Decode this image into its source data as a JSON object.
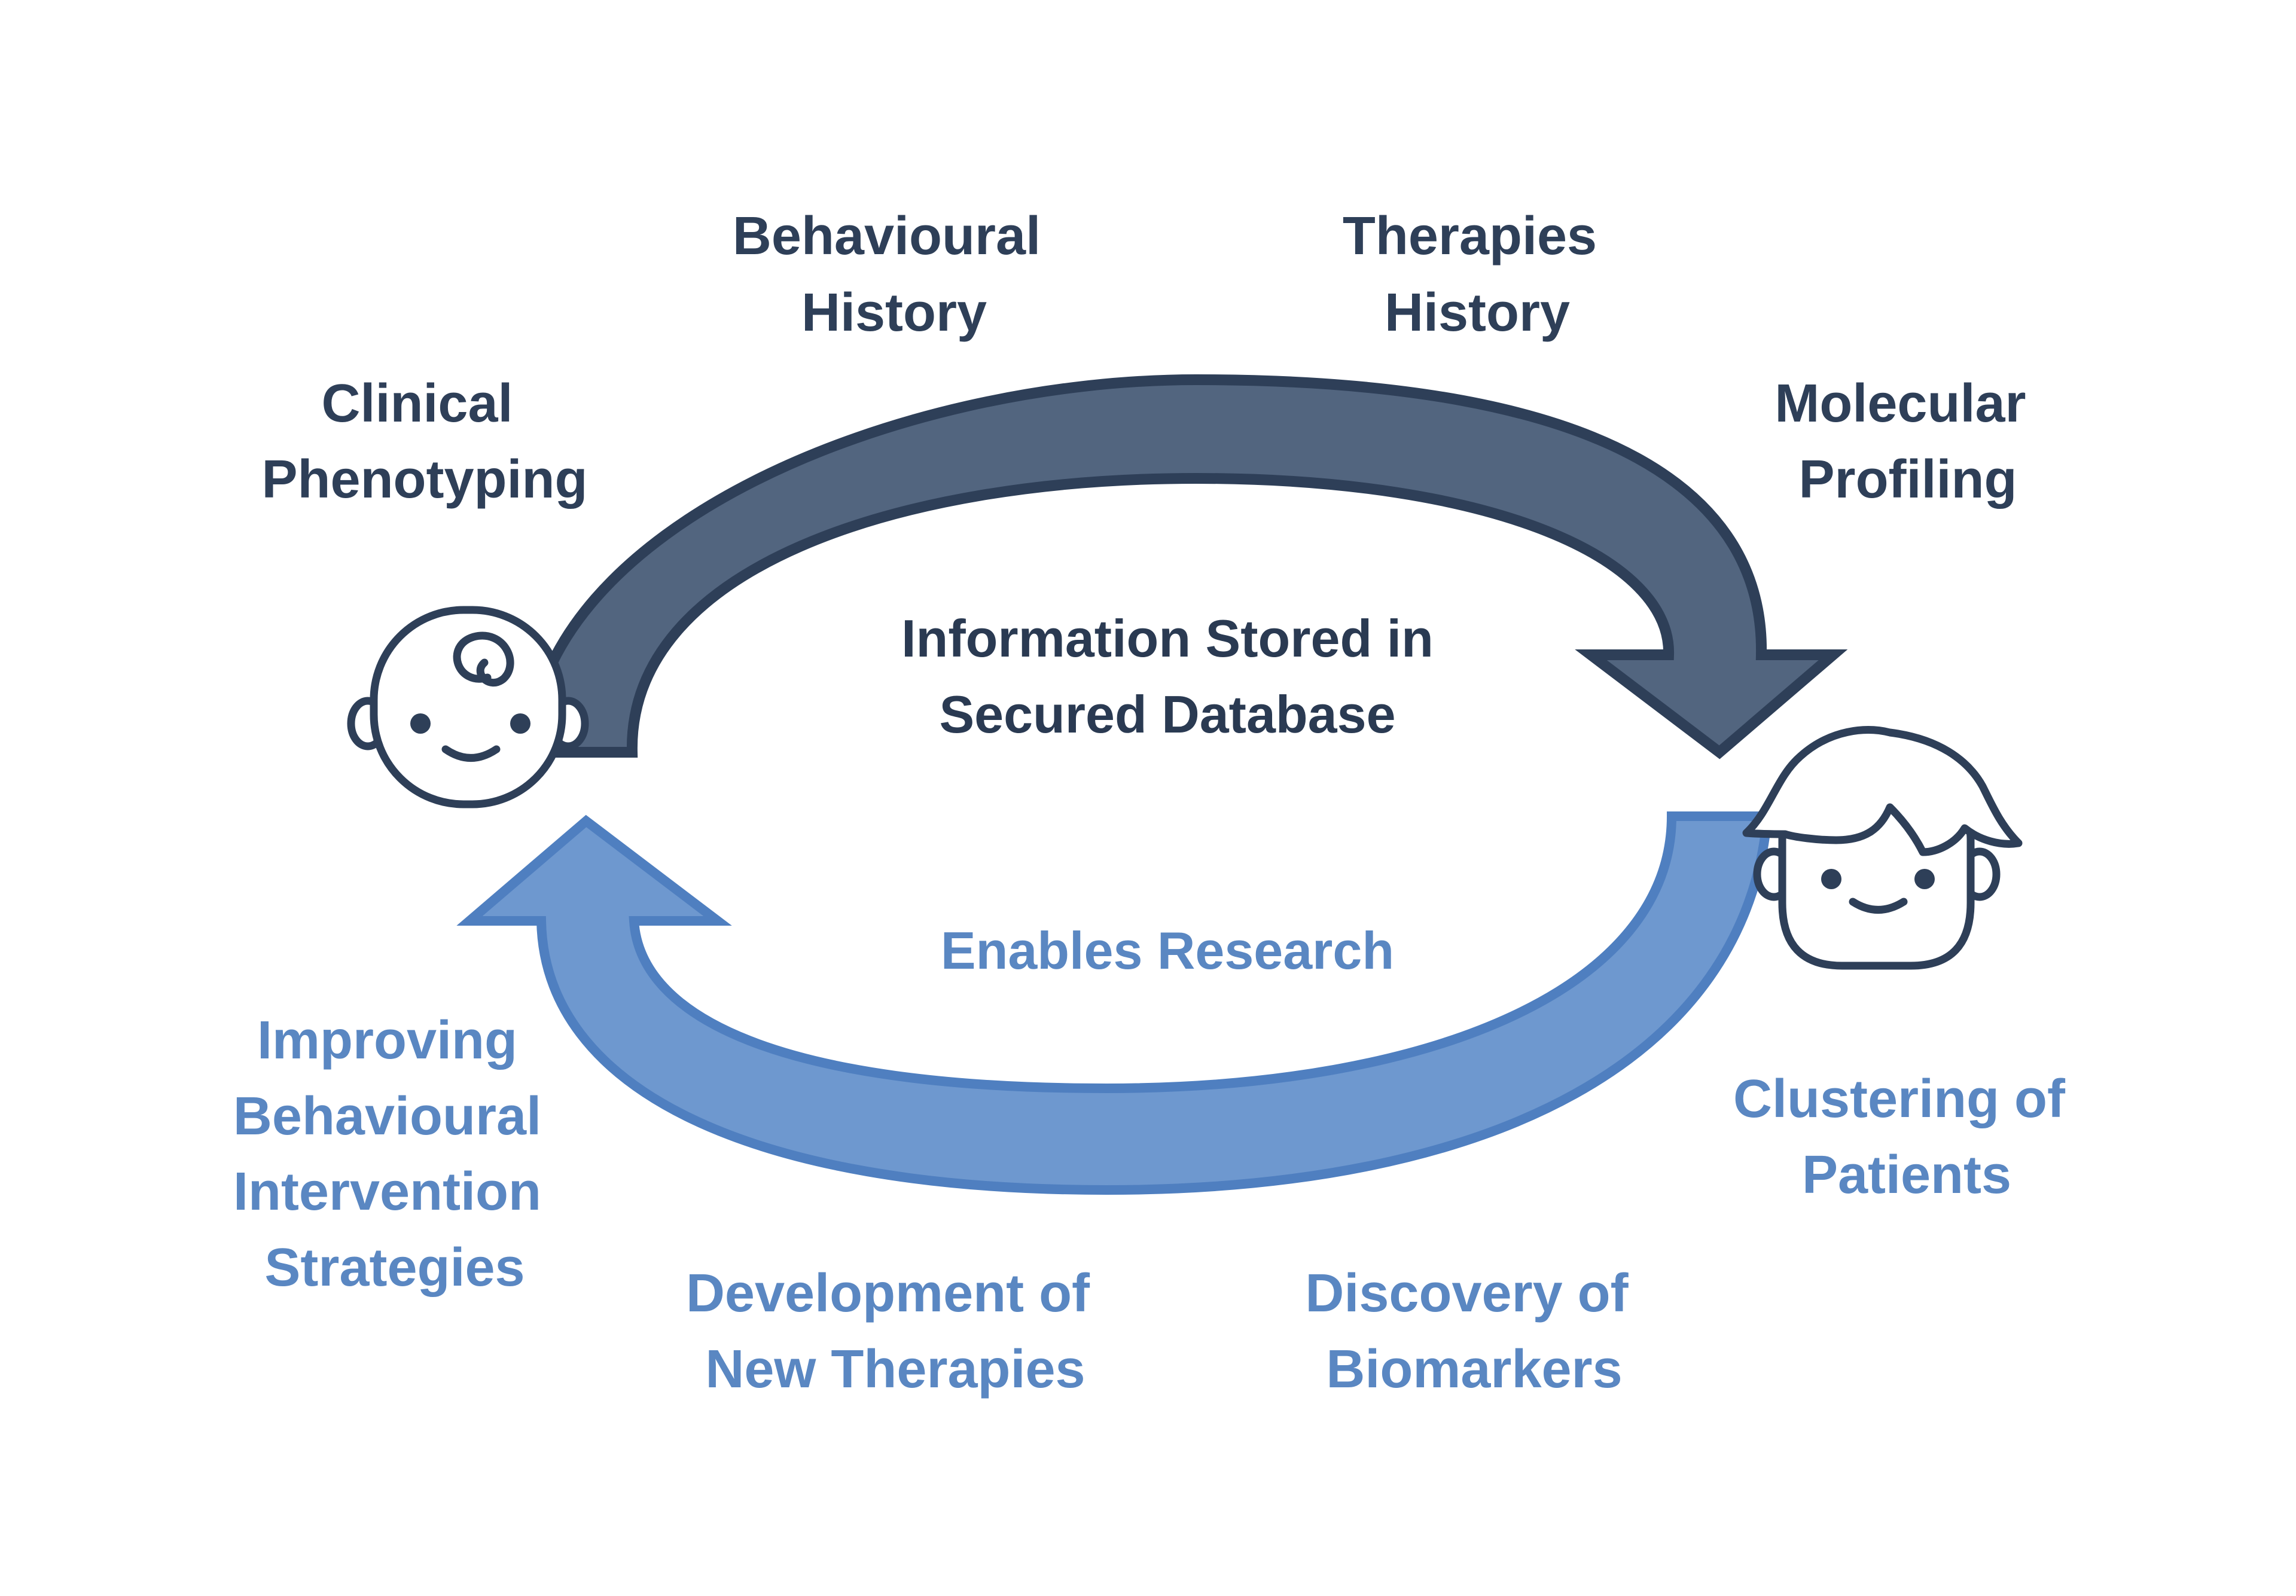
{
  "center": {
    "title_line1": "Information Stored in",
    "title_line2": "Secured Database",
    "subtitle": "Enables Research"
  },
  "top_labels": {
    "clinical": [
      "Clinical",
      "Phenotyping"
    ],
    "behavioural": [
      "Behavioural",
      "History"
    ],
    "therapies": [
      "Therapies",
      "History"
    ],
    "molecular": [
      "Molecular",
      "Profiling"
    ]
  },
  "bottom_labels": {
    "improving": [
      "Improving",
      "Behavioural",
      "Intervention",
      "Strategies"
    ],
    "development": [
      "Development of",
      "New Therapies"
    ],
    "discovery": [
      "Discovery of",
      "Biomarkers"
    ],
    "clustering": [
      "Clustering of",
      "Patients"
    ]
  },
  "icons": {
    "left": "baby-face-icon",
    "right": "child-face-icon"
  },
  "colors": {
    "upper_arrow_fill": "#52657f",
    "upper_arrow_stroke": "#2e3f58",
    "lower_arrow_fill": "#6e98cf",
    "lower_arrow_stroke": "#4f7fc0",
    "dark_text": "#2e3f58",
    "blue_text": "#5a87c2"
  }
}
